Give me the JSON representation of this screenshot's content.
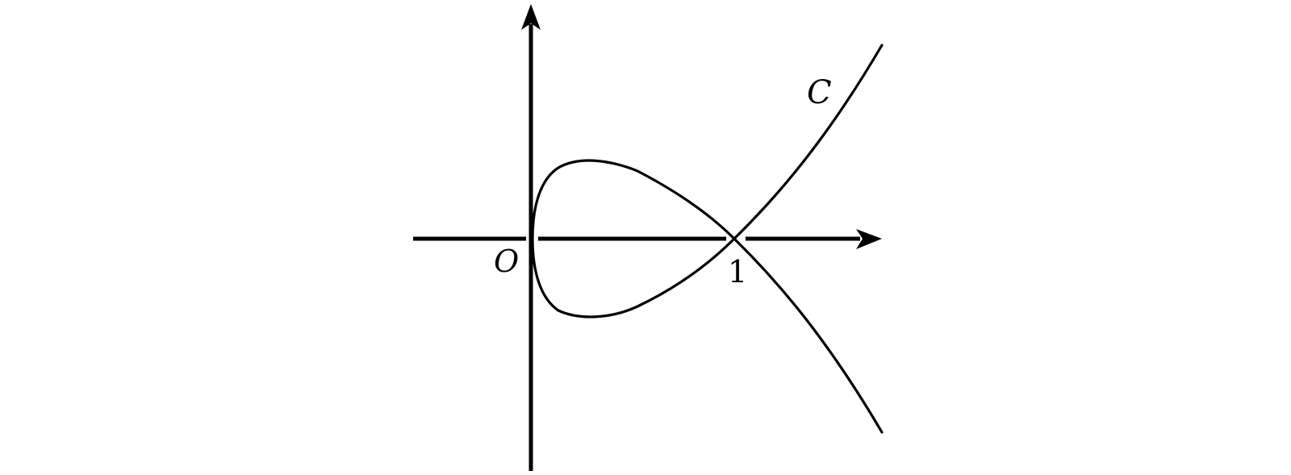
{
  "diagram": {
    "origin_label": "O",
    "intercept_label": "1",
    "curve_label": "C"
  },
  "colors": {
    "ink": "#000000",
    "background": "#ffffff"
  }
}
